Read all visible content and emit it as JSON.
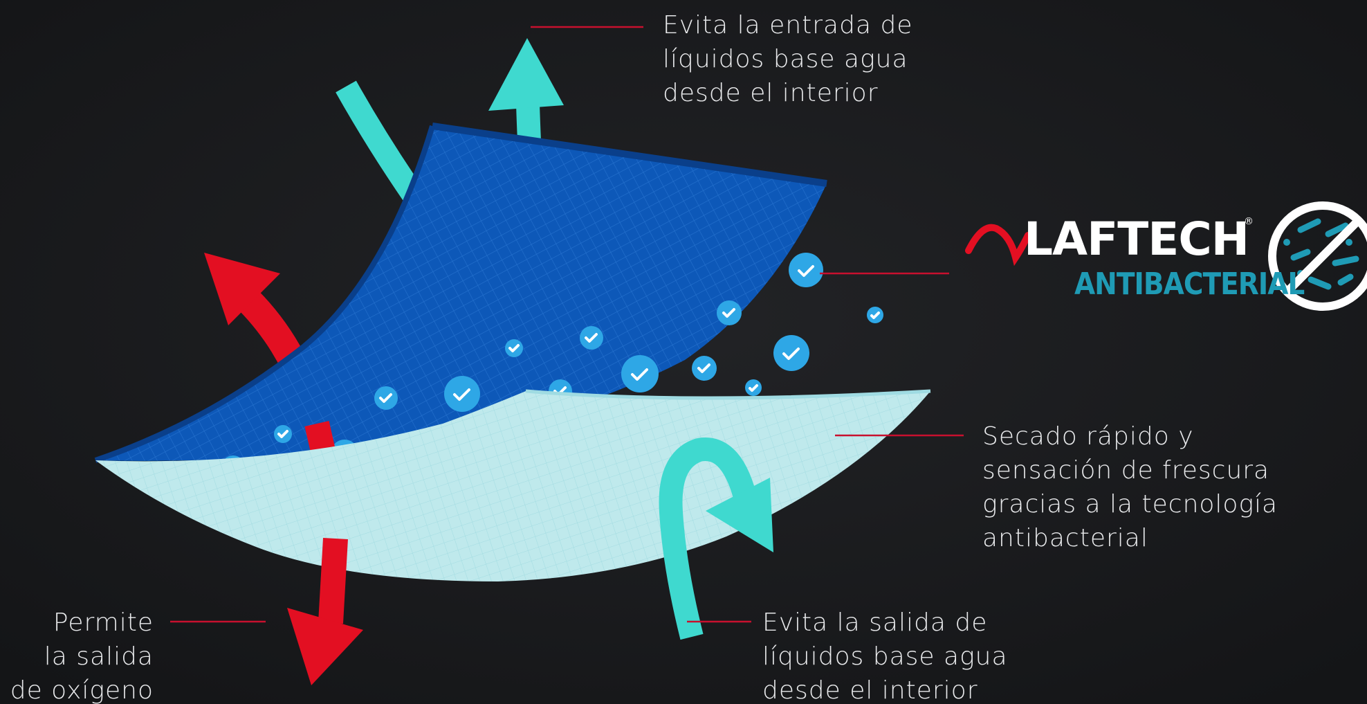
{
  "labels": {
    "top": [
      "Evita la entrada de",
      "líquidos base agua",
      "desde el interior"
    ],
    "middle_right": [
      "Secado rápido y",
      "sensación de frescura",
      "gracias a la tecnología",
      "antibacterial"
    ],
    "bottom_right": [
      "Evita la salida de",
      "líquidos base agua",
      "desde el interior"
    ],
    "bottom_left": [
      "Permite",
      "la salida",
      "de oxígeno"
    ]
  },
  "brand": {
    "name": "LAFTECH",
    "registered": "®",
    "subtitle": "ANTIBACTERIAL"
  },
  "colors": {
    "background": "#18191b",
    "outer_layer": "#0d58b8",
    "inner_layer": "#bfe9ec",
    "teal_arrow": "#3fd9cf",
    "red_arrow": "#e30f22",
    "bubble": "#2ea7e6",
    "leader_line": "#c8102e",
    "brand_accent": "#1f9bb5"
  },
  "icons": [
    "bacteria-prohibited-icon",
    "laftech-wave-logo",
    "check-bubble-icon"
  ]
}
